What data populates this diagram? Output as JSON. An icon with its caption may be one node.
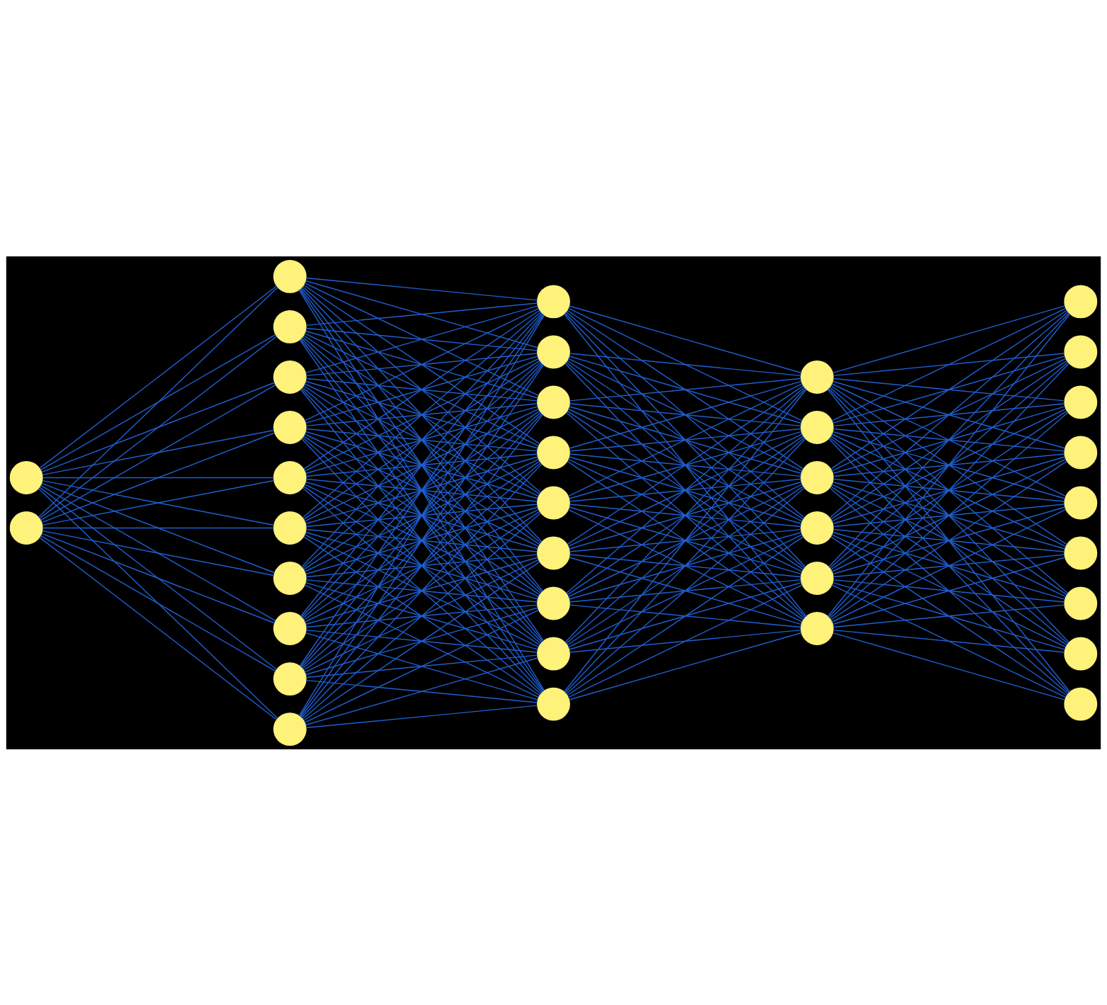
{
  "diagram": {
    "nodes": [
      {
        "text": [],
        "shape": "circle"
      },
      {
        "text": [],
        "shape": "circle"
      },
      {
        "text": [],
        "shape": "circle"
      },
      {
        "text": [],
        "shape": "circle"
      },
      {
        "text": [],
        "shape": "circle"
      },
      {
        "text": [],
        "shape": "circle"
      },
      {
        "text": [],
        "shape": "circle"
      },
      {
        "text": [],
        "shape": "circle"
      },
      {
        "text": [],
        "shape": "circle"
      },
      {
        "text": [],
        "shape": "circle"
      },
      {
        "text": [],
        "shape": "circle"
      },
      {
        "text": [],
        "shape": "circle"
      },
      {
        "text": [],
        "shape": "circle"
      },
      {
        "text": [],
        "shape": "circle"
      },
      {
        "text": [],
        "shape": "circle"
      },
      {
        "text": [],
        "shape": "circle"
      },
      {
        "text": [],
        "shape": "circle"
      },
      {
        "text": [],
        "shape": "circle"
      },
      {
        "text": [],
        "shape": "circle"
      },
      {
        "text": [],
        "shape": "circle"
      },
      {
        "text": [],
        "shape": "circle"
      },
      {
        "text": [],
        "shape": "circle"
      },
      {
        "text": [],
        "shape": "circle"
      },
      {
        "text": [],
        "shape": "circle"
      },
      {
        "text": [],
        "shape": "circle"
      },
      {
        "text": [],
        "shape": "circle"
      },
      {
        "text": [],
        "shape": "circle"
      },
      {
        "text": [],
        "shape": "circle"
      },
      {
        "text": [],
        "shape": "circle"
      },
      {
        "text": [],
        "shape": "circle"
      },
      {
        "text": [],
        "shape": "circle"
      },
      {
        "text": [],
        "shape": "circle"
      },
      {
        "text": [],
        "shape": "circle"
      },
      {
        "text": [],
        "shape": "circle"
      },
      {
        "text": [],
        "shape": "circle"
      },
      {
        "text": [],
        "shape": "circle"
      }
    ],
    "edges": [
      {
        "from": 0,
        "to": 2,
        "arrow": "none"
      },
      {
        "from": 0,
        "to": 3,
        "arrow": "none"
      },
      {
        "from": 0,
        "to": 4,
        "arrow": "none"
      },
      {
        "from": 0,
        "to": 5,
        "arrow": "none"
      },
      {
        "from": 0,
        "to": 6,
        "arrow": "none"
      },
      {
        "from": 0,
        "to": 7,
        "arrow": "none"
      },
      {
        "from": 0,
        "to": 8,
        "arrow": "none"
      },
      {
        "from": 0,
        "to": 9,
        "arrow": "none"
      },
      {
        "from": 0,
        "to": 10,
        "arrow": "none"
      },
      {
        "from": 0,
        "to": 11,
        "arrow": "none"
      },
      {
        "from": 1,
        "to": 2,
        "arrow": "none"
      },
      {
        "from": 1,
        "to": 3,
        "arrow": "none"
      },
      {
        "from": 1,
        "to": 4,
        "arrow": "none"
      },
      {
        "from": 1,
        "to": 5,
        "arrow": "none"
      },
      {
        "from": 1,
        "to": 6,
        "arrow": "none"
      },
      {
        "from": 1,
        "to": 7,
        "arrow": "none"
      },
      {
        "from": 1,
        "to": 8,
        "arrow": "none"
      },
      {
        "from": 1,
        "to": 9,
        "arrow": "none"
      },
      {
        "from": 1,
        "to": 10,
        "arrow": "none"
      },
      {
        "from": 1,
        "to": 11,
        "arrow": "none"
      },
      {
        "from": 2,
        "to": 12,
        "arrow": "none"
      },
      {
        "from": 2,
        "to": 13,
        "arrow": "none"
      },
      {
        "from": 2,
        "to": 14,
        "arrow": "none"
      },
      {
        "from": 2,
        "to": 15,
        "arrow": "none"
      },
      {
        "from": 2,
        "to": 16,
        "arrow": "none"
      },
      {
        "from": 2,
        "to": 17,
        "arrow": "none"
      },
      {
        "from": 2,
        "to": 18,
        "arrow": "none"
      },
      {
        "from": 2,
        "to": 19,
        "arrow": "none"
      },
      {
        "from": 2,
        "to": 20,
        "arrow": "none"
      },
      {
        "from": 3,
        "to": 12,
        "arrow": "none"
      },
      {
        "from": 3,
        "to": 13,
        "arrow": "none"
      },
      {
        "from": 3,
        "to": 14,
        "arrow": "none"
      },
      {
        "from": 3,
        "to": 15,
        "arrow": "none"
      },
      {
        "from": 3,
        "to": 16,
        "arrow": "none"
      },
      {
        "from": 3,
        "to": 17,
        "arrow": "none"
      },
      {
        "from": 3,
        "to": 18,
        "arrow": "none"
      },
      {
        "from": 3,
        "to": 19,
        "arrow": "none"
      },
      {
        "from": 3,
        "to": 20,
        "arrow": "none"
      },
      {
        "from": 4,
        "to": 12,
        "arrow": "none"
      },
      {
        "from": 4,
        "to": 13,
        "arrow": "none"
      },
      {
        "from": 4,
        "to": 14,
        "arrow": "none"
      },
      {
        "from": 4,
        "to": 15,
        "arrow": "none"
      },
      {
        "from": 4,
        "to": 16,
        "arrow": "none"
      },
      {
        "from": 4,
        "to": 17,
        "arrow": "none"
      },
      {
        "from": 4,
        "to": 18,
        "arrow": "none"
      },
      {
        "from": 4,
        "to": 19,
        "arrow": "none"
      },
      {
        "from": 4,
        "to": 20,
        "arrow": "none"
      },
      {
        "from": 5,
        "to": 12,
        "arrow": "none"
      },
      {
        "from": 5,
        "to": 13,
        "arrow": "none"
      },
      {
        "from": 5,
        "to": 14,
        "arrow": "none"
      },
      {
        "from": 5,
        "to": 15,
        "arrow": "none"
      },
      {
        "from": 5,
        "to": 16,
        "arrow": "none"
      },
      {
        "from": 5,
        "to": 17,
        "arrow": "none"
      },
      {
        "from": 5,
        "to": 18,
        "arrow": "none"
      },
      {
        "from": 5,
        "to": 19,
        "arrow": "none"
      },
      {
        "from": 5,
        "to": 20,
        "arrow": "none"
      },
      {
        "from": 6,
        "to": 12,
        "arrow": "none"
      },
      {
        "from": 6,
        "to": 13,
        "arrow": "none"
      },
      {
        "from": 6,
        "to": 14,
        "arrow": "none"
      },
      {
        "from": 6,
        "to": 15,
        "arrow": "none"
      },
      {
        "from": 6,
        "to": 16,
        "arrow": "none"
      },
      {
        "from": 6,
        "to": 17,
        "arrow": "none"
      },
      {
        "from": 6,
        "to": 18,
        "arrow": "none"
      },
      {
        "from": 6,
        "to": 19,
        "arrow": "none"
      },
      {
        "from": 6,
        "to": 20,
        "arrow": "none"
      },
      {
        "from": 7,
        "to": 12,
        "arrow": "none"
      },
      {
        "from": 7,
        "to": 13,
        "arrow": "none"
      },
      {
        "from": 7,
        "to": 14,
        "arrow": "none"
      },
      {
        "from": 7,
        "to": 15,
        "arrow": "none"
      },
      {
        "from": 7,
        "to": 16,
        "arrow": "none"
      },
      {
        "from": 7,
        "to": 17,
        "arrow": "none"
      },
      {
        "from": 7,
        "to": 18,
        "arrow": "none"
      },
      {
        "from": 7,
        "to": 19,
        "arrow": "none"
      },
      {
        "from": 7,
        "to": 20,
        "arrow": "none"
      },
      {
        "from": 8,
        "to": 12,
        "arrow": "none"
      },
      {
        "from": 8,
        "to": 13,
        "arrow": "none"
      },
      {
        "from": 8,
        "to": 14,
        "arrow": "none"
      },
      {
        "from": 8,
        "to": 15,
        "arrow": "none"
      },
      {
        "from": 8,
        "to": 16,
        "arrow": "none"
      },
      {
        "from": 8,
        "to": 17,
        "arrow": "none"
      },
      {
        "from": 8,
        "to": 18,
        "arrow": "none"
      },
      {
        "from": 8,
        "to": 19,
        "arrow": "none"
      },
      {
        "from": 8,
        "to": 20,
        "arrow": "none"
      },
      {
        "from": 9,
        "to": 12,
        "arrow": "none"
      },
      {
        "from": 9,
        "to": 13,
        "arrow": "none"
      },
      {
        "from": 9,
        "to": 14,
        "arrow": "none"
      },
      {
        "from": 9,
        "to": 15,
        "arrow": "none"
      },
      {
        "from": 9,
        "to": 16,
        "arrow": "none"
      },
      {
        "from": 9,
        "to": 17,
        "arrow": "none"
      },
      {
        "from": 9,
        "to": 18,
        "arrow": "none"
      },
      {
        "from": 9,
        "to": 19,
        "arrow": "none"
      },
      {
        "from": 9,
        "to": 20,
        "arrow": "none"
      },
      {
        "from": 10,
        "to": 12,
        "arrow": "none"
      },
      {
        "from": 10,
        "to": 13,
        "arrow": "none"
      },
      {
        "from": 10,
        "to": 14,
        "arrow": "none"
      },
      {
        "from": 10,
        "to": 15,
        "arrow": "none"
      },
      {
        "from": 10,
        "to": 16,
        "arrow": "none"
      },
      {
        "from": 10,
        "to": 17,
        "arrow": "none"
      },
      {
        "from": 10,
        "to": 18,
        "arrow": "none"
      },
      {
        "from": 10,
        "to": 19,
        "arrow": "none"
      },
      {
        "from": 10,
        "to": 20,
        "arrow": "none"
      },
      {
        "from": 11,
        "to": 12,
        "arrow": "none"
      },
      {
        "from": 11,
        "to": 13,
        "arrow": "none"
      },
      {
        "from": 11,
        "to": 14,
        "arrow": "none"
      },
      {
        "from": 11,
        "to": 15,
        "arrow": "none"
      },
      {
        "from": 11,
        "to": 16,
        "arrow": "none"
      },
      {
        "from": 11,
        "to": 17,
        "arrow": "none"
      },
      {
        "from": 11,
        "to": 18,
        "arrow": "none"
      },
      {
        "from": 11,
        "to": 19,
        "arrow": "none"
      },
      {
        "from": 11,
        "to": 20,
        "arrow": "none"
      },
      {
        "from": 12,
        "to": 21,
        "arrow": "none"
      },
      {
        "from": 12,
        "to": 22,
        "arrow": "none"
      },
      {
        "from": 12,
        "to": 23,
        "arrow": "none"
      },
      {
        "from": 12,
        "to": 24,
        "arrow": "none"
      },
      {
        "from": 12,
        "to": 25,
        "arrow": "none"
      },
      {
        "from": 12,
        "to": 26,
        "arrow": "none"
      },
      {
        "from": 13,
        "to": 21,
        "arrow": "none"
      },
      {
        "from": 13,
        "to": 22,
        "arrow": "none"
      },
      {
        "from": 13,
        "to": 23,
        "arrow": "none"
      },
      {
        "from": 13,
        "to": 24,
        "arrow": "none"
      },
      {
        "from": 13,
        "to": 25,
        "arrow": "none"
      },
      {
        "from": 13,
        "to": 26,
        "arrow": "none"
      },
      {
        "from": 14,
        "to": 21,
        "arrow": "none"
      },
      {
        "from": 14,
        "to": 22,
        "arrow": "none"
      },
      {
        "from": 14,
        "to": 23,
        "arrow": "none"
      },
      {
        "from": 14,
        "to": 24,
        "arrow": "none"
      },
      {
        "from": 14,
        "to": 25,
        "arrow": "none"
      },
      {
        "from": 14,
        "to": 26,
        "arrow": "none"
      },
      {
        "from": 15,
        "to": 21,
        "arrow": "none"
      },
      {
        "from": 15,
        "to": 22,
        "arrow": "none"
      },
      {
        "from": 15,
        "to": 23,
        "arrow": "none"
      },
      {
        "from": 15,
        "to": 24,
        "arrow": "none"
      },
      {
        "from": 15,
        "to": 25,
        "arrow": "none"
      },
      {
        "from": 15,
        "to": 26,
        "arrow": "none"
      },
      {
        "from": 16,
        "to": 21,
        "arrow": "none"
      },
      {
        "from": 16,
        "to": 22,
        "arrow": "none"
      },
      {
        "from": 16,
        "to": 23,
        "arrow": "none"
      },
      {
        "from": 16,
        "to": 24,
        "arrow": "none"
      },
      {
        "from": 16,
        "to": 25,
        "arrow": "none"
      },
      {
        "from": 16,
        "to": 26,
        "arrow": "none"
      },
      {
        "from": 17,
        "to": 21,
        "arrow": "none"
      },
      {
        "from": 17,
        "to": 22,
        "arrow": "none"
      },
      {
        "from": 17,
        "to": 23,
        "arrow": "none"
      },
      {
        "from": 17,
        "to": 24,
        "arrow": "none"
      },
      {
        "from": 17,
        "to": 25,
        "arrow": "none"
      },
      {
        "from": 17,
        "to": 26,
        "arrow": "none"
      },
      {
        "from": 18,
        "to": 21,
        "arrow": "none"
      },
      {
        "from": 18,
        "to": 22,
        "arrow": "none"
      },
      {
        "from": 18,
        "to": 23,
        "arrow": "none"
      },
      {
        "from": 18,
        "to": 24,
        "arrow": "none"
      },
      {
        "from": 18,
        "to": 25,
        "arrow": "none"
      },
      {
        "from": 18,
        "to": 26,
        "arrow": "none"
      },
      {
        "from": 19,
        "to": 21,
        "arrow": "none"
      },
      {
        "from": 19,
        "to": 22,
        "arrow": "none"
      },
      {
        "from": 19,
        "to": 23,
        "arrow": "none"
      },
      {
        "from": 19,
        "to": 24,
        "arrow": "none"
      },
      {
        "from": 19,
        "to": 25,
        "arrow": "none"
      },
      {
        "from": 19,
        "to": 26,
        "arrow": "none"
      },
      {
        "from": 20,
        "to": 21,
        "arrow": "none"
      },
      {
        "from": 20,
        "to": 22,
        "arrow": "none"
      },
      {
        "from": 20,
        "to": 23,
        "arrow": "none"
      },
      {
        "from": 20,
        "to": 24,
        "arrow": "none"
      },
      {
        "from": 20,
        "to": 25,
        "arrow": "none"
      },
      {
        "from": 20,
        "to": 26,
        "arrow": "none"
      },
      {
        "from": 21,
        "to": 27,
        "arrow": "none"
      },
      {
        "from": 21,
        "to": 28,
        "arrow": "none"
      },
      {
        "from": 21,
        "to": 29,
        "arrow": "none"
      },
      {
        "from": 21,
        "to": 30,
        "arrow": "none"
      },
      {
        "from": 21,
        "to": 31,
        "arrow": "none"
      },
      {
        "from": 21,
        "to": 32,
        "arrow": "none"
      },
      {
        "from": 21,
        "to": 33,
        "arrow": "none"
      },
      {
        "from": 21,
        "to": 34,
        "arrow": "none"
      },
      {
        "from": 21,
        "to": 35,
        "arrow": "none"
      },
      {
        "from": 22,
        "to": 27,
        "arrow": "none"
      },
      {
        "from": 22,
        "to": 28,
        "arrow": "none"
      },
      {
        "from": 22,
        "to": 29,
        "arrow": "none"
      },
      {
        "from": 22,
        "to": 30,
        "arrow": "none"
      },
      {
        "from": 22,
        "to": 31,
        "arrow": "none"
      },
      {
        "from": 22,
        "to": 32,
        "arrow": "none"
      },
      {
        "from": 22,
        "to": 33,
        "arrow": "none"
      },
      {
        "from": 22,
        "to": 34,
        "arrow": "none"
      },
      {
        "from": 22,
        "to": 35,
        "arrow": "none"
      },
      {
        "from": 23,
        "to": 27,
        "arrow": "none"
      },
      {
        "from": 23,
        "to": 28,
        "arrow": "none"
      },
      {
        "from": 23,
        "to": 29,
        "arrow": "none"
      },
      {
        "from": 23,
        "to": 30,
        "arrow": "none"
      },
      {
        "from": 23,
        "to": 31,
        "arrow": "none"
      },
      {
        "from": 23,
        "to": 32,
        "arrow": "none"
      },
      {
        "from": 23,
        "to": 33,
        "arrow": "none"
      },
      {
        "from": 23,
        "to": 34,
        "arrow": "none"
      },
      {
        "from": 23,
        "to": 35,
        "arrow": "none"
      },
      {
        "from": 24,
        "to": 27,
        "arrow": "none"
      },
      {
        "from": 24,
        "to": 28,
        "arrow": "none"
      },
      {
        "from": 24,
        "to": 29,
        "arrow": "none"
      },
      {
        "from": 24,
        "to": 30,
        "arrow": "none"
      },
      {
        "from": 24,
        "to": 31,
        "arrow": "none"
      },
      {
        "from": 24,
        "to": 32,
        "arrow": "none"
      },
      {
        "from": 24,
        "to": 33,
        "arrow": "none"
      },
      {
        "from": 24,
        "to": 34,
        "arrow": "none"
      },
      {
        "from": 24,
        "to": 35,
        "arrow": "none"
      },
      {
        "from": 25,
        "to": 27,
        "arrow": "none"
      },
      {
        "from": 25,
        "to": 28,
        "arrow": "none"
      },
      {
        "from": 25,
        "to": 29,
        "arrow": "none"
      },
      {
        "from": 25,
        "to": 30,
        "arrow": "none"
      },
      {
        "from": 25,
        "to": 31,
        "arrow": "none"
      },
      {
        "from": 25,
        "to": 32,
        "arrow": "none"
      },
      {
        "from": 25,
        "to": 33,
        "arrow": "none"
      },
      {
        "from": 25,
        "to": 34,
        "arrow": "none"
      },
      {
        "from": 25,
        "to": 35,
        "arrow": "none"
      },
      {
        "from": 26,
        "to": 27,
        "arrow": "none"
      },
      {
        "from": 26,
        "to": 28,
        "arrow": "none"
      },
      {
        "from": 26,
        "to": 29,
        "arrow": "none"
      },
      {
        "from": 26,
        "to": 30,
        "arrow": "none"
      },
      {
        "from": 26,
        "to": 31,
        "arrow": "none"
      },
      {
        "from": 26,
        "to": 32,
        "arrow": "none"
      },
      {
        "from": 26,
        "to": 33,
        "arrow": "none"
      },
      {
        "from": 26,
        "to": 34,
        "arrow": "none"
      },
      {
        "from": 26,
        "to": 35,
        "arrow": "none"
      }
    ]
  }
}
